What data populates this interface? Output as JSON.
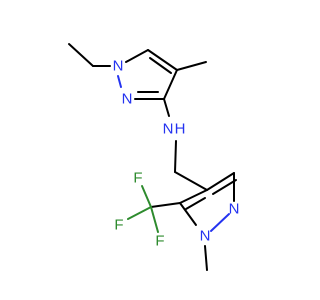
{
  "molecule": {
    "atoms": {
      "n1a": "N",
      "n2a": "N",
      "nh_n": "N",
      "nh_h": "H",
      "n1b": "N",
      "n2b": "N",
      "f1": "F",
      "f2": "F",
      "f3": "F"
    },
    "colors": {
      "nitrogen": "#2433f0",
      "fluorine": "#2e8b2e",
      "carbon_bond": "#000000",
      "background": "#ffffff"
    }
  }
}
